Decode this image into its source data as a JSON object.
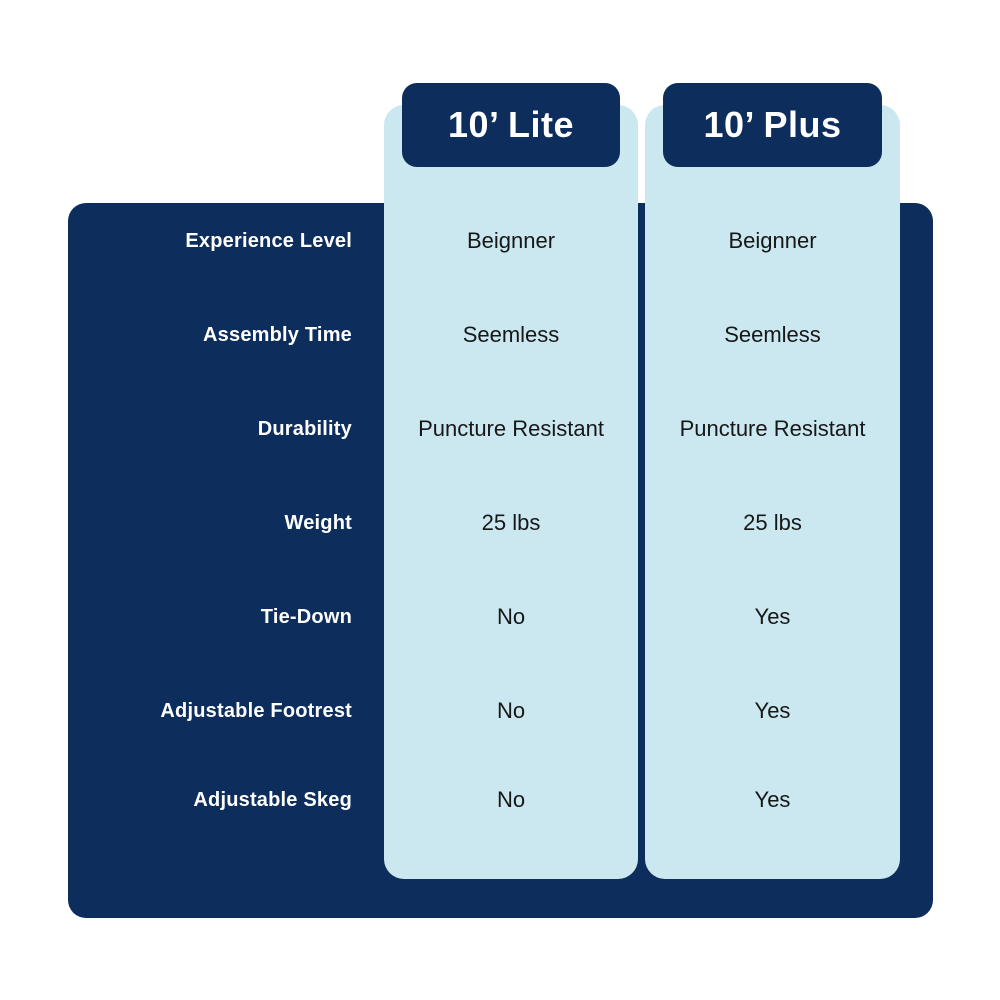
{
  "colors": {
    "navy": "#0d2d5c",
    "light_blue": "#cbe8f0",
    "page_background": "#ffffff",
    "label_text": "#ffffff",
    "value_text": "#171717"
  },
  "table": {
    "feature_labels": [
      "Experience Level",
      "Assembly Time",
      "Durability",
      "Weight",
      "Tie-Down",
      "Adjustable Footrest",
      "Adjustable Skeg"
    ],
    "columns": [
      {
        "header": "10’ Lite",
        "values": [
          "Beignner",
          "Seemless",
          "Puncture Resistant",
          "25 lbs",
          "No",
          "No",
          "No"
        ]
      },
      {
        "header": "10’ Plus",
        "values": [
          "Beignner",
          "Seemless",
          "Puncture Resistant",
          "25 lbs",
          "Yes",
          "Yes",
          "Yes"
        ]
      }
    ]
  },
  "layout": {
    "row_centers": [
      38,
      132,
      226,
      320,
      414,
      508,
      597
    ]
  }
}
